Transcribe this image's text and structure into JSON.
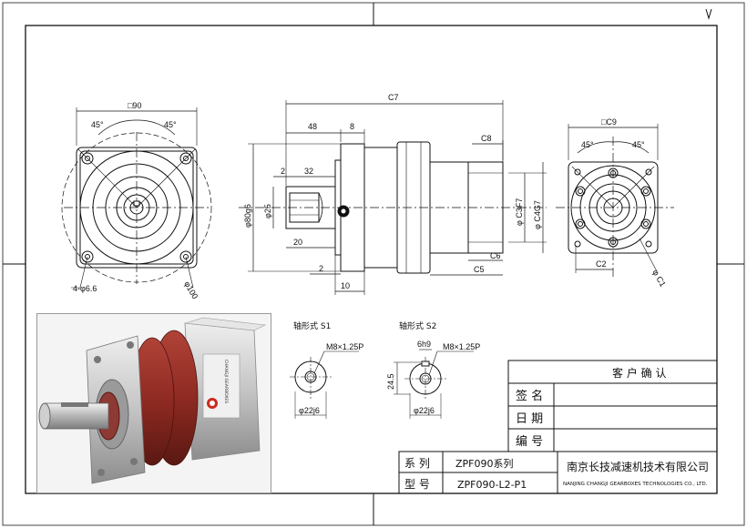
{
  "views": {
    "front": {
      "flange": "□90",
      "angle_left": "45°",
      "angle_right": "45°",
      "holes": "4-φ6.6",
      "pcd": "φ100"
    },
    "side": {
      "total": "C7",
      "d48": "48",
      "d8": "8",
      "d2_top": "2",
      "d32": "32",
      "d20": "20",
      "d2_bottom": "2",
      "d10": "10",
      "d80": "φ80g6",
      "d25": "φ25",
      "c8": "C8",
      "c3": "φ C3F7",
      "c4": "φ C4G7",
      "c5": "C5",
      "c6": "C6"
    },
    "rear": {
      "flange": "□C9",
      "angle_left": "45°",
      "angle_right": "45°",
      "c2": "C2",
      "c1": "φ C1"
    },
    "shafts": {
      "s1_title": "轴形式  S1",
      "s1_thread": "M8×1.25P",
      "s1_dia": "φ22j6",
      "s2_title": "轴形式  S2",
      "s2_key": "6h9",
      "s2_thread": "M8×1.25P",
      "s2_height": "24.5",
      "s2_dia": "φ22j6"
    }
  },
  "title_block": {
    "customer_confirm": "客 户 确 认",
    "sign_label": "签 名",
    "date_label": "日 期",
    "number_label": "编 号",
    "series_label": "系  列",
    "series_value": "ZPF090系列",
    "model_label": "型  号",
    "model_value": "ZPF090-L2-P1",
    "company_cn": "南京长技减速机技术有限公司",
    "company_en": "NANJING CHANGJI GEARBOXES TECHNOLOGIES CO., LTD."
  },
  "photo": {
    "brand_text": "CHANGJI GEARBOXES",
    "colors": {
      "body": "#c9c9c9",
      "band": "#8e2a22",
      "shaft": "#b5b5b5"
    }
  }
}
